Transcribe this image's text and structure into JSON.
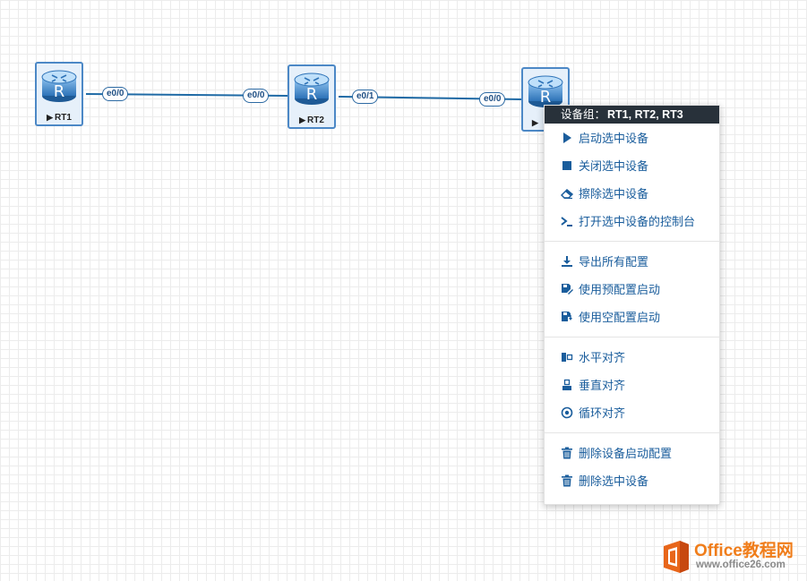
{
  "topology": {
    "nodes": [
      {
        "id": "rt1",
        "label": "RT1",
        "glyph": "R"
      },
      {
        "id": "rt2",
        "label": "RT2",
        "glyph": "R"
      },
      {
        "id": "rt3",
        "label": "",
        "glyph": "R"
      }
    ],
    "links": [
      {
        "from": "RT1",
        "to": "RT2",
        "from_iface": "e0/0",
        "to_iface": "e0/0"
      },
      {
        "from": "RT2",
        "to": "RT3",
        "from_iface": "e0/1",
        "to_iface": "e0/0"
      }
    ]
  },
  "context_menu": {
    "title_prefix": "设备组：",
    "title_devices": "RT1, RT2, RT3",
    "items": [
      {
        "label": "启动选中设备",
        "icon": "play-icon"
      },
      {
        "label": "关闭选中设备",
        "icon": "stop-icon"
      },
      {
        "label": "擦除选中设备",
        "icon": "eraser-icon"
      },
      {
        "label": "打开选中设备的控制台",
        "icon": "terminal-icon"
      },
      {
        "label": "导出所有配置",
        "icon": "download-icon"
      },
      {
        "label": "使用预配置启动",
        "icon": "save-edit-icon"
      },
      {
        "label": "使用空配置启动",
        "icon": "save-down-icon"
      },
      {
        "label": "水平对齐",
        "icon": "align-horizontal-icon"
      },
      {
        "label": "垂直对齐",
        "icon": "align-vertical-icon"
      },
      {
        "label": "循环对齐",
        "icon": "target-icon"
      },
      {
        "label": "删除设备启动配置",
        "icon": "trash-icon"
      },
      {
        "label": "删除选中设备",
        "icon": "trash-icon"
      }
    ]
  },
  "watermark": {
    "brand": "Office教程网",
    "url": "www.office26.com"
  },
  "colors": {
    "menu_text": "#1a5d9c",
    "menu_title_bg": "#28313a",
    "link_line": "#1f6aa5",
    "brand_orange": "#f07d1a"
  }
}
